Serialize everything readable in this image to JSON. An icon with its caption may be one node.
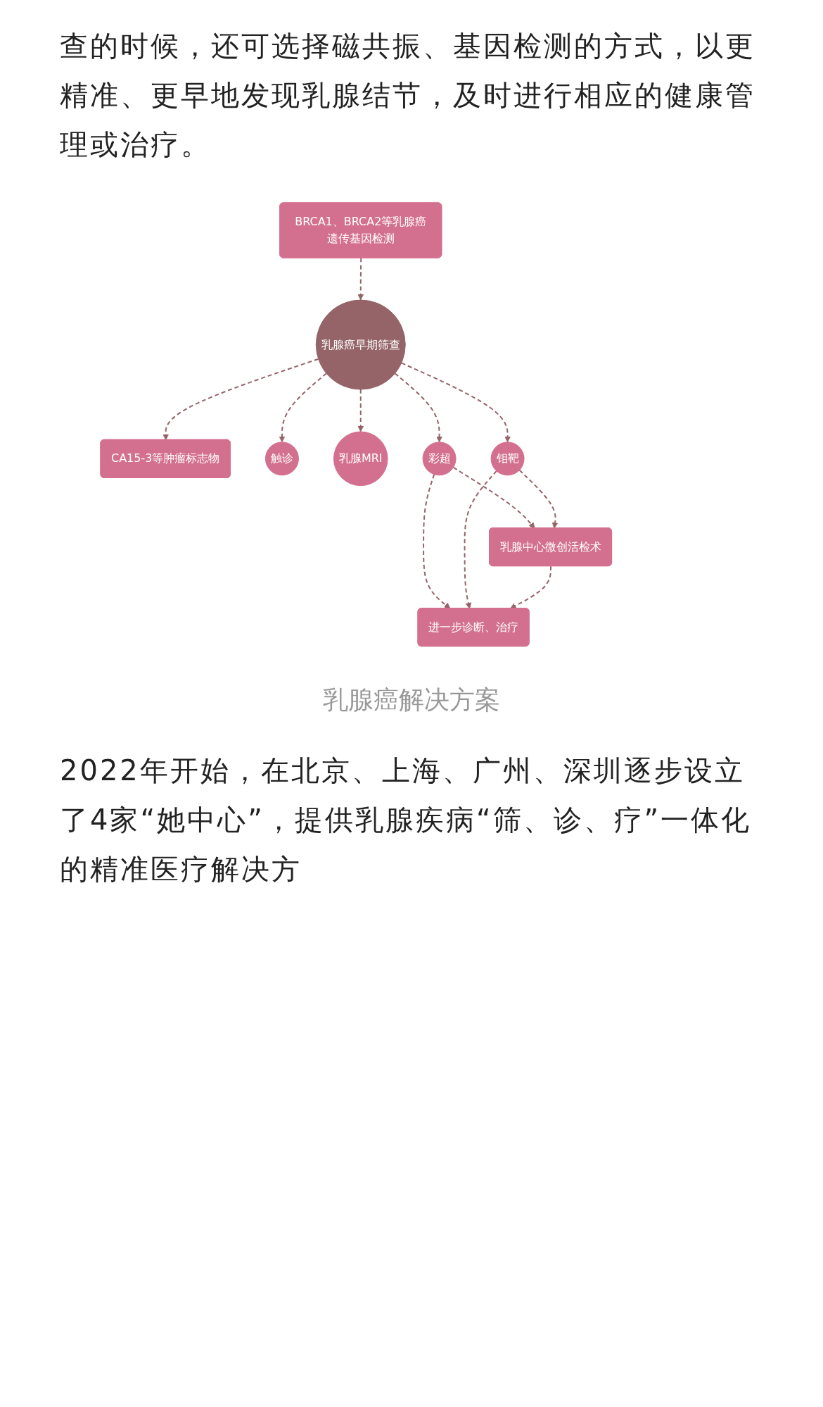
{
  "diagram": {
    "caption": "乳腺癌解决方案",
    "nodes": [
      {
        "text": [
          "BRCA1、BRCA2等乳腺癌遗传基因检测"
        ]
      },
      {
        "text": [
          "CA15-3等肿瘤标志物"
        ]
      },
      {
        "text": [
          "触诊"
        ]
      },
      {
        "text": [
          "乳腺癌早期筛查"
        ]
      },
      {
        "text": [
          "乳腺MRI"
        ]
      },
      {
        "text": [
          "彩超"
        ]
      },
      {
        "text": [
          "钼靶"
        ]
      },
      {
        "text": [
          "乳腺中心微创活检术"
        ]
      },
      {
        "text": [
          "进一步诊断、治疗"
        ]
      }
    ],
    "edges": [
      {
        "from": 0,
        "to": 3,
        "arrow": "to",
        "style": "dashed"
      },
      {
        "from": 3,
        "to": 1,
        "arrow": "to",
        "style": "dashed"
      },
      {
        "from": 3,
        "to": 2,
        "arrow": "to",
        "style": "dashed"
      },
      {
        "from": 3,
        "to": 4,
        "arrow": "to",
        "style": "dashed"
      },
      {
        "from": 3,
        "to": 5,
        "arrow": "to",
        "style": "dashed"
      },
      {
        "from": 3,
        "to": 6,
        "arrow": "to",
        "style": "dashed"
      },
      {
        "from": 5,
        "to": 7,
        "arrow": "to",
        "style": "dashed"
      },
      {
        "from": 5,
        "to": 8,
        "arrow": "to",
        "style": "dashed"
      },
      {
        "from": 6,
        "to": 7,
        "arrow": "to",
        "style": "dashed"
      },
      {
        "from": 6,
        "to": 8,
        "arrow": "to",
        "style": "dashed"
      },
      {
        "from": 7,
        "to": 8,
        "arrow": "to",
        "style": "dashed"
      }
    ],
    "labels": [
      "查的时候，还可选择磁共振、基因检测的方式，以更精准、更早地发现乳腺结节，及时进行相应的健康管理或治疗。",
      "2022年开始，在北京、上海、广州、深圳逐步设立了4家“她中心”，提供乳腺疾病“筛、诊、疗”一体化的精准医疗解决方"
    ]
  }
}
